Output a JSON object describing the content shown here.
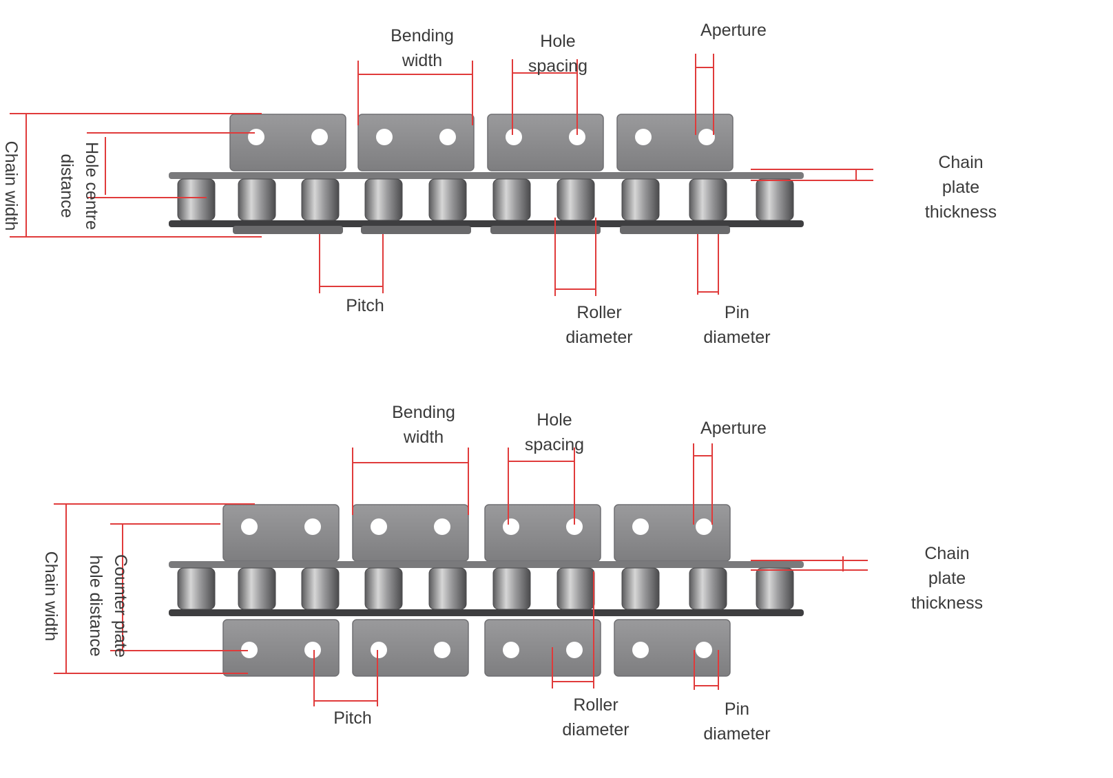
{
  "colors": {
    "dimension_line": "#e03a3a",
    "plate": "#8e8e90",
    "plate_edge": "#6f6f72",
    "roller_dark": "#5a5a5c",
    "roller_light": "#d6d6d6",
    "link_bar": "#7a7a7c",
    "hole": "#ffffff",
    "text": "#3a3a3a"
  },
  "diagrams": [
    {
      "variant": "single-side attachment",
      "labels": {
        "bending_width": [
          "Bending",
          "width"
        ],
        "hole_spacing": [
          "Hole",
          "spacing"
        ],
        "aperture": [
          "Aperture"
        ],
        "chain_plate_thickness": [
          "Chain",
          "plate",
          "thickness"
        ],
        "pitch": [
          "Pitch"
        ],
        "roller_diameter": [
          "Roller",
          "diameter"
        ],
        "pin_diameter": [
          "Pin",
          "diameter"
        ],
        "chain_width": [
          "Chain width"
        ],
        "hole_centre_distance": [
          "Hole centre",
          "distance"
        ]
      }
    },
    {
      "variant": "double-side attachment",
      "labels": {
        "bending_width": [
          "Bending",
          "width"
        ],
        "hole_spacing": [
          "Hole",
          "spacing"
        ],
        "aperture": [
          "Aperture"
        ],
        "chain_plate_thickness": [
          "Chain",
          "plate",
          "thickness"
        ],
        "pitch": [
          "Pitch"
        ],
        "roller_diameter": [
          "Roller",
          "diameter"
        ],
        "pin_diameter": [
          "Pin",
          "diameter"
        ],
        "chain_width": [
          "Chain width"
        ],
        "counter_plate_hole_distance": [
          "Counter plate",
          "hole distance"
        ]
      }
    }
  ]
}
